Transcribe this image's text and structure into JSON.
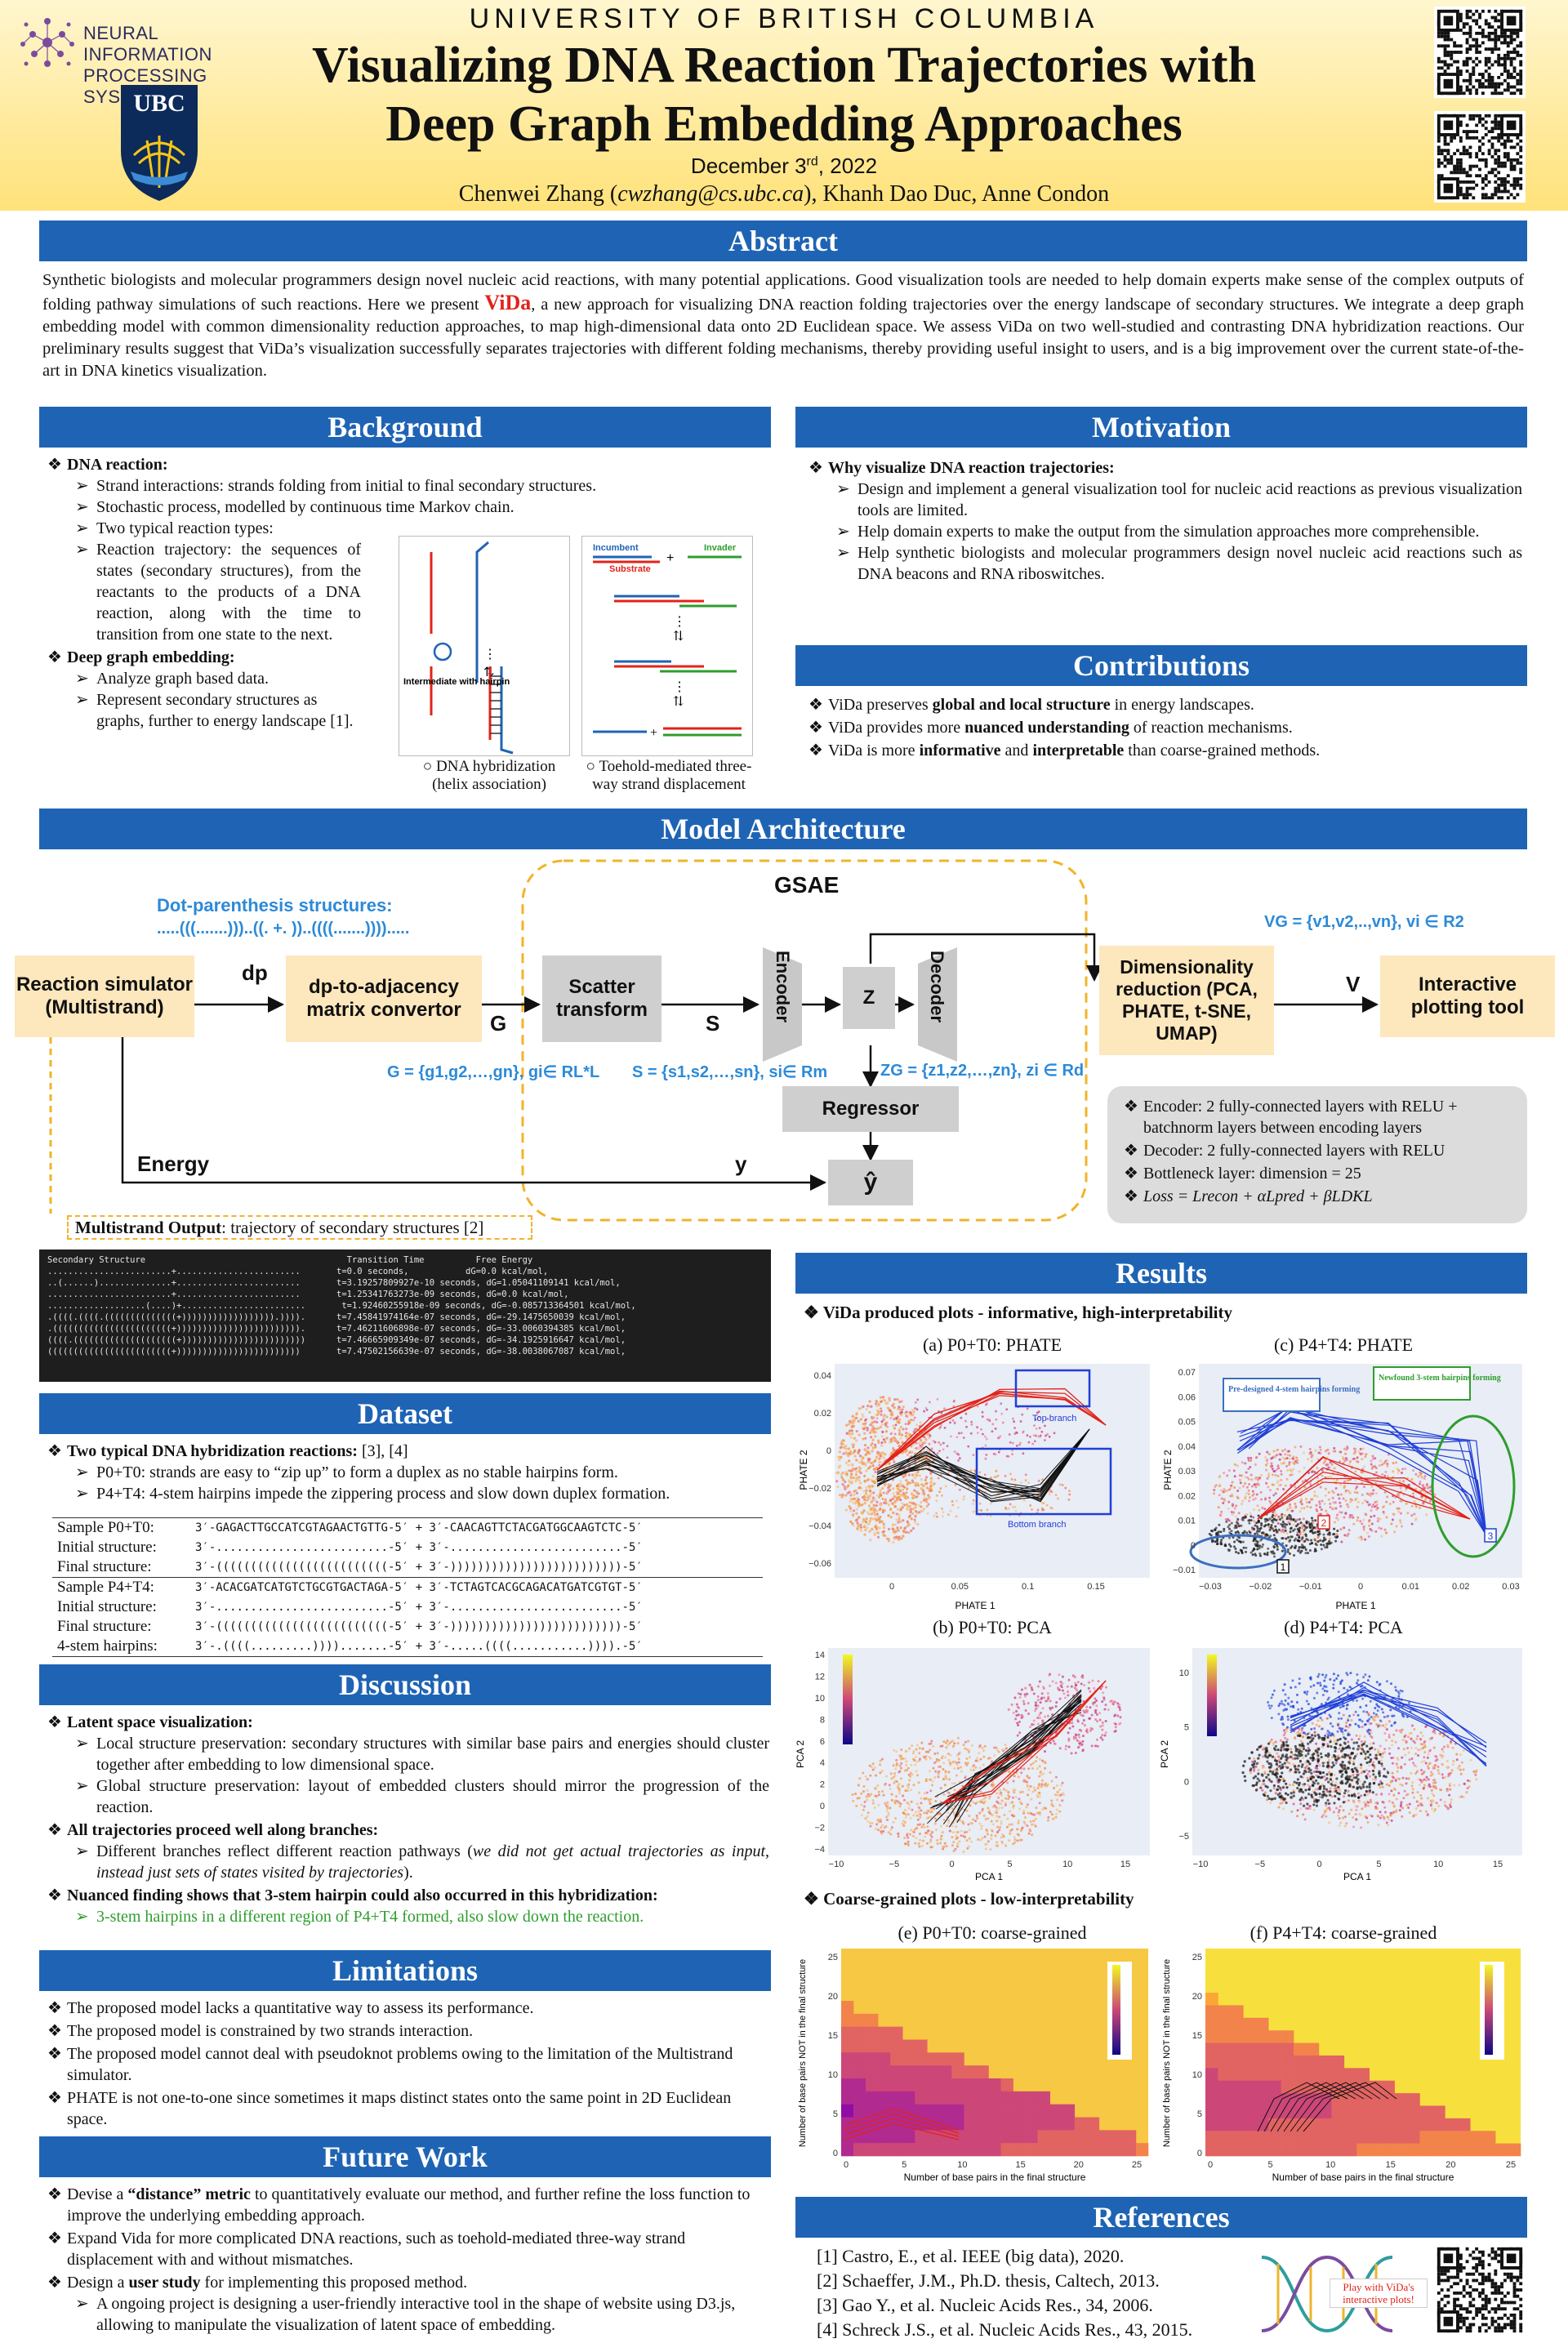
{
  "header": {
    "university": "UNIVERSITY OF BRITISH COLUMBIA",
    "title": "Visualizing DNA Reaction Trajectories with Deep Graph Embedding Approaches",
    "date_day": "December 3",
    "date_sup": "rd",
    "date_year": ", 2022",
    "authors_prefix": "Chenwei Zhang (",
    "authors_email": "cwzhang@cs.ubc.ca",
    "authors_suffix": "), Khanh Dao Duc, Anne Condon",
    "neurips_logo_text": "NEURAL INFORMATION\nPROCESSING SYSTEMS",
    "ubc_logo_text": "UBC"
  },
  "abstract": {
    "heading": "Abstract",
    "part1": "Synthetic biologists and molecular programmers design novel nucleic acid reactions, with many potential applications. Good visualization tools are needed to help domain experts make sense of the complex outputs of folding pathway simulations of such reactions. Here we present ",
    "vida": "ViDa",
    "part2": ", a new approach for visualizing DNA reaction folding trajectories over the energy landscape of secondary structures. We integrate a deep graph embedding model with common dimensionality reduction approaches, to map high-dimensional data onto 2D Euclidean space. We assess ViDa on two well-studied and contrasting DNA hybridization reactions. Our preliminary results suggest that ViDa’s visualization successfully separates trajectories with different folding mechanisms, thereby providing useful insight to users, and is a big improvement over the current state-of-the-art in DNA kinetics visualization."
  },
  "background": {
    "heading": "Background",
    "b1": "DNA reaction:",
    "b1_items": [
      "Strand interactions: strands folding from initial to final secondary structures.",
      "Stochastic process, modelled by continuous time Markov chain.",
      "Two typical reaction types:",
      "Reaction trajectory: the sequences of states (secondary structures), from the reactants to the products of a DNA reaction, along with the time to transition from one state to the next."
    ],
    "b2": "Deep graph embedding:",
    "b2_items": [
      "Analyze graph based data.",
      "Represent secondary structures as graphs, further to energy landscape [1]."
    ],
    "fig1_caption": "DNA hybridization (helix association)",
    "fig2_caption": "Toehold-mediated three-way strand displacement",
    "fig1_label": "Intermediate with hairpin",
    "fig2_incumbent": "Incumbent",
    "fig2_substrate": "Substrate",
    "fig2_invader": "Invader"
  },
  "motivation": {
    "heading": "Motivation",
    "b1": "Why visualize DNA reaction trajectories:",
    "items": [
      "Design and implement a general visualization tool for nucleic acid reactions as previous visualization tools are limited.",
      "Help domain experts to make the output from the simulation approaches more comprehensible.",
      "Help synthetic biologists and molecular programmers design novel nucleic acid reactions such as DNA beacons and RNA riboswitches."
    ]
  },
  "contributions": {
    "heading": "Contributions",
    "i1a": "ViDa preserves ",
    "i1b": "global and local structure",
    "i1c": " in energy landscapes.",
    "i2a": "ViDa provides more ",
    "i2b": "nuanced understanding",
    "i2c": " of reaction mechanisms.",
    "i3a": "ViDa is more ",
    "i3b": "informative",
    "i3c": " and ",
    "i3d": "interpretable",
    "i3e": " than coarse-grained methods."
  },
  "model": {
    "heading": "Model Architecture",
    "gsae": "GSAE",
    "dotparen_title": "Dot-parenthesis structures:",
    "dotparen_example": ".....(((.......)))..((. +. ))..((((.......)))).....",
    "reaction_sim": "Reaction simulator (Multistrand)",
    "dp_label": "dp",
    "dp_to_adj": "dp-to-adjacency matrix convertor",
    "g_label": "G",
    "scatter": "Scatter transform",
    "s_label": "S",
    "encoder": "Encoder",
    "z": "Z",
    "decoder": "Decoder",
    "dimred": "Dimensionality reduction (PCA, PHATE, t-SNE, UMAP)",
    "v_label": "V",
    "interactive": "Interactive plotting tool",
    "regressor": "Regressor",
    "yhat": "ŷ",
    "energy": "Energy",
    "y_label": "y",
    "g_def": "G = {g1,g2,…,gn}, gi∈ RL*L",
    "s_def": "S = {s1,s2,…,sn}, si∈ Rm",
    "z_def": "ZG = {z1,z2,…,zn}, zi ∈ Rd",
    "v_def": "VG = {v1,v2,..,vn}, vi ∈ R2",
    "multistrand_output_bold": "Multistrand Output",
    "multistrand_output_rest": ": trajectory of secondary structures [2]",
    "enc_items": [
      "Encoder: 2 fully-connected layers with RELU + batchnorm layers between encoding layers",
      "Decoder: 2 fully-connected layers with RELU",
      "Bottleneck layer: dimension = 25",
      "Loss = Lrecon + αLpred + βLDKL"
    ]
  },
  "terminal": {
    "header": "Secondary Structure                                       Transition Time          Free Energy",
    "rows": [
      "........................+........................       t=0.0 seconds,           dG=0.0 kcal/mol,",
      "..(......)..............+........................       t=3.19257809927e-10 seconds, dG=1.05041109141 kcal/mol,",
      "........................+........................       t=1.25341763273e-09 seconds, dG=0.0 kcal/mol,",
      "...................(....)+........................       t=1.92460255918e-09 seconds, dG=-0.085713364501 kcal/mol,",
      ".((((.((((.((((((((((((((+)))))))))))))))))).)))).      t=7.45841974164e-07 seconds, dG=-29.1475650039 kcal/mol,",
      ".(((((((((((((((((((((((+)))))))))))))))))))))))).      t=7.46211606898e-07 seconds, dG=-33.0060394385 kcal/mol,",
      "((((.((((((((((((((((((((+))))))))))))))))))))))))      t=7.46665909349e-07 seconds, dG=-34.1925916647 kcal/mol,",
      "((((((((((((((((((((((((+))))))))))))))))))))))))       t=7.47502156639e-07 seconds, dG=-38.0038067087 kcal/mol,"
    ]
  },
  "dataset": {
    "heading": "Dataset",
    "b1": "Two typical DNA hybridization reactions:",
    "b1_refs": " [3], [4]",
    "items": [
      "P0+T0: strands are easy to “zip up” to form a duplex as no stable hairpins form.",
      "P4+T4: 4-stem hairpins impede the zippering process and slow down duplex formation."
    ],
    "table": [
      [
        "Sample P0+T0:",
        "3′-GAGACTTGCCATCGTAGAACTGTTG-5′ + 3′-CAACAGTTCTACGATGGCAAGTCTC-5′"
      ],
      [
        "Initial structure:",
        "3′-.........................-5′ + 3′-.........................-5′"
      ],
      [
        "Final structure:",
        "3′-(((((((((((((((((((((((((-5′ + 3′-)))))))))))))))))))))))))-5′"
      ],
      [
        "Sample P4+T4:",
        "3′-ACACGATCATGTCTGCGTGACTAGA-5′ + 3′-TCTAGTCACGCAGACATGATCGTGT-5′"
      ],
      [
        "Initial structure:",
        "3′-.........................-5′ + 3′-.........................-5′"
      ],
      [
        "Final structure:",
        "3′-(((((((((((((((((((((((((-5′ + 3′-)))))))))))))))))))))))))-5′"
      ],
      [
        "4-stem hairpins:",
        "3′-.((((.........)))).......-5′ + 3′-.....((((...........)))).-5′"
      ]
    ]
  },
  "discussion": {
    "heading": "Discussion",
    "b1": "Latent space visualization:",
    "b1_items": [
      "Local structure preservation: secondary structures with similar base pairs and energies should cluster together after embedding to low dimensional space.",
      "Global structure preservation: layout of embedded clusters should mirror the progression of the reaction."
    ],
    "b2": "All trajectories proceed well along branches:",
    "b2_item_a": "Different branches reflect different reaction pathways (",
    "b2_item_b": "we did not get actual trajectories as input, instead just sets of states visited by trajectories",
    "b2_item_c": ").",
    "b3": "Nuanced finding shows that 3-stem hairpin could also occurred in this hybridization:",
    "b3_item": "3-stem hairpins in a different region of P4+T4 formed, also slow down the reaction."
  },
  "limitations": {
    "heading": "Limitations",
    "items": [
      "The proposed model lacks a quantitative way to assess its performance.",
      "The proposed model is constrained by two strands interaction.",
      "The proposed model cannot deal with pseudoknot problems owing to the limitation of the Multistrand simulator.",
      "PHATE is not one-to-one since sometimes it maps distinct states onto the same point in 2D Euclidean space."
    ]
  },
  "future": {
    "heading": "Future Work",
    "i1a": "Devise a ",
    "i1b": "“distance” metric",
    "i1c": " to quantitatively evaluate our method, and further refine the loss function to improve the underlying embedding approach.",
    "i2": "Expand Vida for more complicated DNA reactions, such as toehold-mediated three-way strand displacement with and without mismatches.",
    "i3a": "Design a ",
    "i3b": "user study",
    "i3c": " for implementing this proposed method.",
    "i3_sub": "A ongoing project is designing a user-friendly interactive tool in the shape of website using D3.js, allowing to manipulate the visualization of latent space of embedding."
  },
  "results": {
    "heading": "Results",
    "s1": "ViDa produced plots - informative, high-interpretability",
    "s2": "Coarse-grained plots - low-interpretability",
    "cap_a": "(a) P0+T0: PHATE",
    "cap_b": "(b) P0+T0: PCA",
    "cap_c": "(c) P4+T4: PHATE",
    "cap_d": "(d) P4+T4: PCA",
    "cap_e": "(e) P0+T0: coarse-grained",
    "cap_f": "(f) P4+T4: coarse-grained",
    "top_branch": "Top branch",
    "bottom_branch": "Bottom branch",
    "predesigned": "Pre-designed 4-stem hairpins forming",
    "newfound": "Newfound 3-stem hairpins forming",
    "phate1": "PHATE 1",
    "phate2": "PHATE 2",
    "pca1": "PCA 1",
    "pca2": "PCA 2",
    "cg_x": "Number of base pairs in the final structure",
    "cg_y": "Number of base pairs NOT in the final structure",
    "ticks_a_x": [
      "0",
      "0.05",
      "0.1",
      "0.15"
    ],
    "ticks_a_y": [
      "0.04",
      "0.02",
      "0",
      "−0.02",
      "−0.04",
      "−0.06"
    ],
    "ticks_c_x": [
      "−0.03",
      "−0.02",
      "−0.01",
      "0",
      "0.01",
      "0.02",
      "0.03"
    ],
    "ticks_c_y": [
      "0.07",
      "0.06",
      "0.05",
      "0.04",
      "0.03",
      "0.02",
      "0.01",
      "0",
      "−0.01"
    ],
    "ticks_b_x": [
      "−10",
      "−5",
      "0",
      "5",
      "10",
      "15"
    ],
    "ticks_b_y": [
      "14",
      "12",
      "10",
      "8",
      "6",
      "4",
      "2",
      "0",
      "−2",
      "−4"
    ],
    "ticks_d_x": [
      "−10",
      "−5",
      "0",
      "5",
      "10",
      "15"
    ],
    "ticks_d_y": [
      "10",
      "5",
      "0",
      "−5"
    ],
    "ticks_cg_x": [
      "0",
      "5",
      "10",
      "15",
      "20",
      "25"
    ],
    "ticks_cg_y": [
      "25",
      "20",
      "15",
      "10",
      "5",
      "0"
    ],
    "box_labels": [
      "1",
      "2",
      "3"
    ]
  },
  "references": {
    "heading": "References",
    "items": [
      "[1] Castro, E., et al. IEEE (big data), 2020.",
      "[2] Schaeffer, J.M., Ph.D. thesis, Caltech, 2013.",
      "[3] Gao Y., et al. Nucleic Acids Res., 34, 2006.",
      "[4] Schreck J.S., et al. Nucleic Acids Res., 43, 2015."
    ],
    "play_note": "Play with ViDa's interactive plots!"
  },
  "colors": {
    "section_bg": "#1f64b4",
    "header_top": "#fff6cf",
    "header_bottom": "#ffe27a",
    "accent_red": "#e2231a",
    "highlight_green": "#2e9d2e",
    "model_box": "#fde7bd",
    "dash_orange": "#f0b429",
    "label_blue": "#2c8ad8"
  }
}
